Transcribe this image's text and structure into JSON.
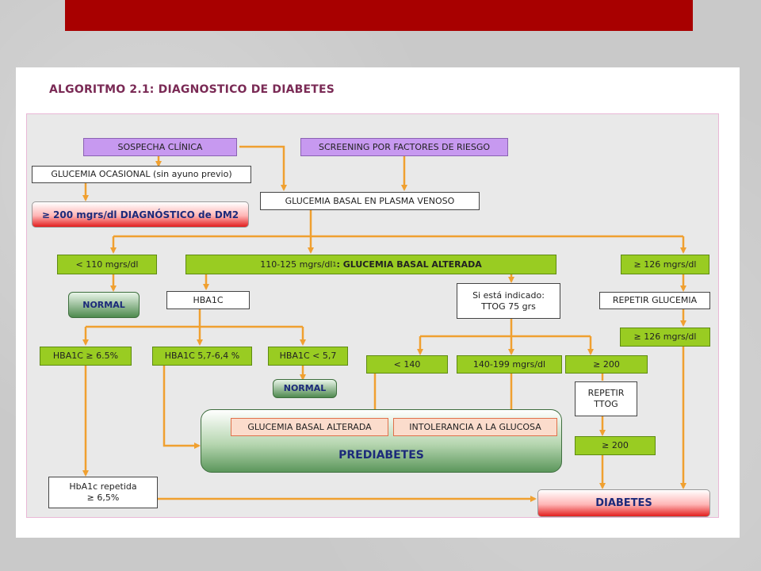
{
  "title": "ALGORITMO 2.1: DIAGNOSTICO DE  DIABETES",
  "nodes": {
    "sospecha": "SOSPECHA CLÍNICA",
    "screening": "SCREENING POR FACTORES DE RIESGO",
    "glucemia_ocasional": "GLUCEMIA OCASIONAL (sin ayuno previo)",
    "dx_dm2": "≥ 200 mgrs/dl DIAGNÓSTICO de DM2",
    "glucemia_basal": "GLUCEMIA BASAL EN PLASMA VENOSO",
    "lt110": "< 110 mgrs/dl",
    "gba_range": "110-125 mgrs/dl",
    "gba_sup": "1",
    "gba_label": ": GLUCEMIA BASAL ALTERADA",
    "ge126": "≥ 126 mgrs/dl",
    "normal1": "NORMAL",
    "hba1c": "HBA1C",
    "si_indicado_1": "Si está indicado:",
    "si_indicado_2": "TTOG 75 grs",
    "repetir_glucemia": "REPETIR GLUCEMIA",
    "ge126_b": "≥ 126 mgrs/dl",
    "hba1c_ge65": "HBA1C ≥ 6.5%",
    "hba1c_57_64": "HBA1C 5,7-6,4 %",
    "hba1c_lt57": "HBA1C < 5,7",
    "lt140": "< 140",
    "r140_199": "140-199 mgrs/dl",
    "ge200": "≥ 200",
    "normal2": "NORMAL",
    "repetir_ttog_1": "REPETIR",
    "repetir_ttog_2": "TTOG",
    "gba_tag": "GLUCEMIA BASAL ALTERADA",
    "itg_tag": "INTOLERANCIA A LA GLUCOSA",
    "prediabetes": "PREDIABETES",
    "ge200_b": "≥ 200",
    "hba1c_rep_1": "HbA1c repetida",
    "hba1c_rep_2": "≥ 6,5%",
    "diabetes": "DIABETES"
  },
  "colors": {
    "header_bar": "#a80000",
    "title_text": "#7a2a55",
    "arrow": "#f0a030",
    "green_box": "#99cc22",
    "purple_box": "#c799f0"
  }
}
